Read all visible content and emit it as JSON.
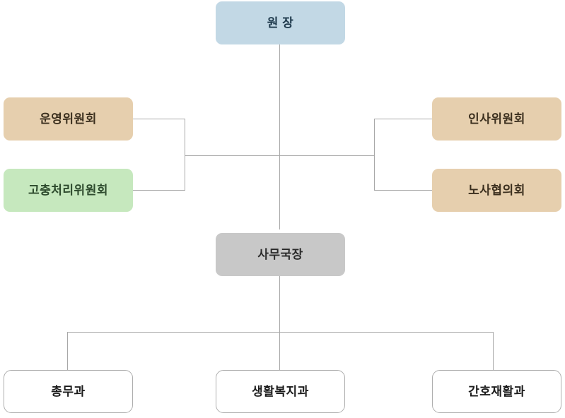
{
  "chart_data": {
    "type": "diagram",
    "title": "",
    "orientation": "top-down",
    "nodes": [
      {
        "id": "director",
        "label": "원 장",
        "level": 0,
        "color": "#c2d8e5",
        "text_color": "#1f3a4d"
      },
      {
        "id": "steering",
        "label": "운영위원회",
        "level": 1,
        "color": "#e6cfae",
        "text_color": "#3b2f1e"
      },
      {
        "id": "grievance",
        "label": "고충처리위원회",
        "level": 1,
        "color": "#c6e8be",
        "text_color": "#2d4a2d"
      },
      {
        "id": "personnel",
        "label": "인사위원회",
        "level": 1,
        "color": "#e6cfae",
        "text_color": "#3b2f1e"
      },
      {
        "id": "laborcouncil",
        "label": "노사협의회",
        "level": 1,
        "color": "#e6cfae",
        "text_color": "#3b2f1e"
      },
      {
        "id": "secretary",
        "label": "사무국장",
        "level": 2,
        "color": "#c8c8c8",
        "text_color": "#2b2b2b"
      },
      {
        "id": "general",
        "label": "총무과",
        "level": 3,
        "color": "#ffffff",
        "text_color": "#1c1c1c"
      },
      {
        "id": "welfare",
        "label": "생활복지과",
        "level": 3,
        "color": "#ffffff",
        "text_color": "#1c1c1c"
      },
      {
        "id": "nursing",
        "label": "간호재활과",
        "level": 3,
        "color": "#ffffff",
        "text_color": "#1c1c1c"
      }
    ],
    "edges": [
      {
        "from": "director",
        "to": "secretary",
        "style": "solid"
      },
      {
        "from": "director",
        "to": "steering",
        "style": "solid"
      },
      {
        "from": "director",
        "to": "grievance",
        "style": "solid"
      },
      {
        "from": "director",
        "to": "personnel",
        "style": "solid"
      },
      {
        "from": "director",
        "to": "laborcouncil",
        "style": "solid"
      },
      {
        "from": "secretary",
        "to": "general",
        "style": "solid"
      },
      {
        "from": "secretary",
        "to": "welfare",
        "style": "solid"
      },
      {
        "from": "secretary",
        "to": "nursing",
        "style": "solid"
      }
    ],
    "line_color": "#a8a8a8",
    "background": "#ffffff"
  },
  "org": {
    "director": {
      "label": "원 장"
    },
    "left_committees": [
      {
        "label": "운영위원회"
      },
      {
        "label": "고충처리위원회"
      }
    ],
    "right_committees": [
      {
        "label": "인사위원회"
      },
      {
        "label": "노사협의회"
      }
    ],
    "secretary": {
      "label": "사무국장"
    },
    "departments": [
      {
        "label": "총무과"
      },
      {
        "label": "생활복지과"
      },
      {
        "label": "간호재활과"
      }
    ]
  }
}
